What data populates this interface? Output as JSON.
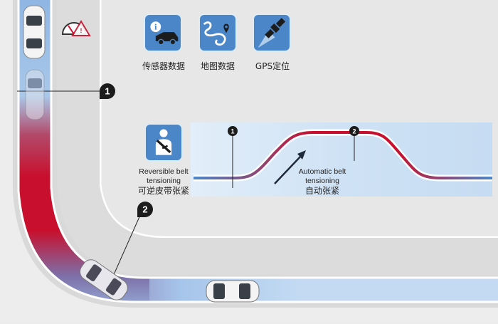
{
  "sensors": {
    "items": [
      {
        "icon": "vehicle-info-icon",
        "label": "传感器数据"
      },
      {
        "icon": "map-route-icon",
        "label": "地图数据"
      },
      {
        "icon": "gps-satellite-icon",
        "label": "GPS定位"
      }
    ]
  },
  "belt_panel": {
    "reversible_label_en": "Reversible belt tensioning",
    "reversible_label_zh": "可逆皮带张紧",
    "automatic_label_en": "Automatic belt tensioning",
    "automatic_label_zh": "自动张紧",
    "seatbelt_icon": "seatbelt-person-icon"
  },
  "markers": [
    "1",
    "2"
  ],
  "warning_icon": "speed-warning-icon",
  "colors": {
    "road": "#d7d7d7",
    "lane_white": "#ffffff",
    "danger_red": "#c8102e",
    "calm_blue": "#a9c8ea",
    "icon_blue": "#4a86c8",
    "panel_blue": "#cfe2f5"
  }
}
